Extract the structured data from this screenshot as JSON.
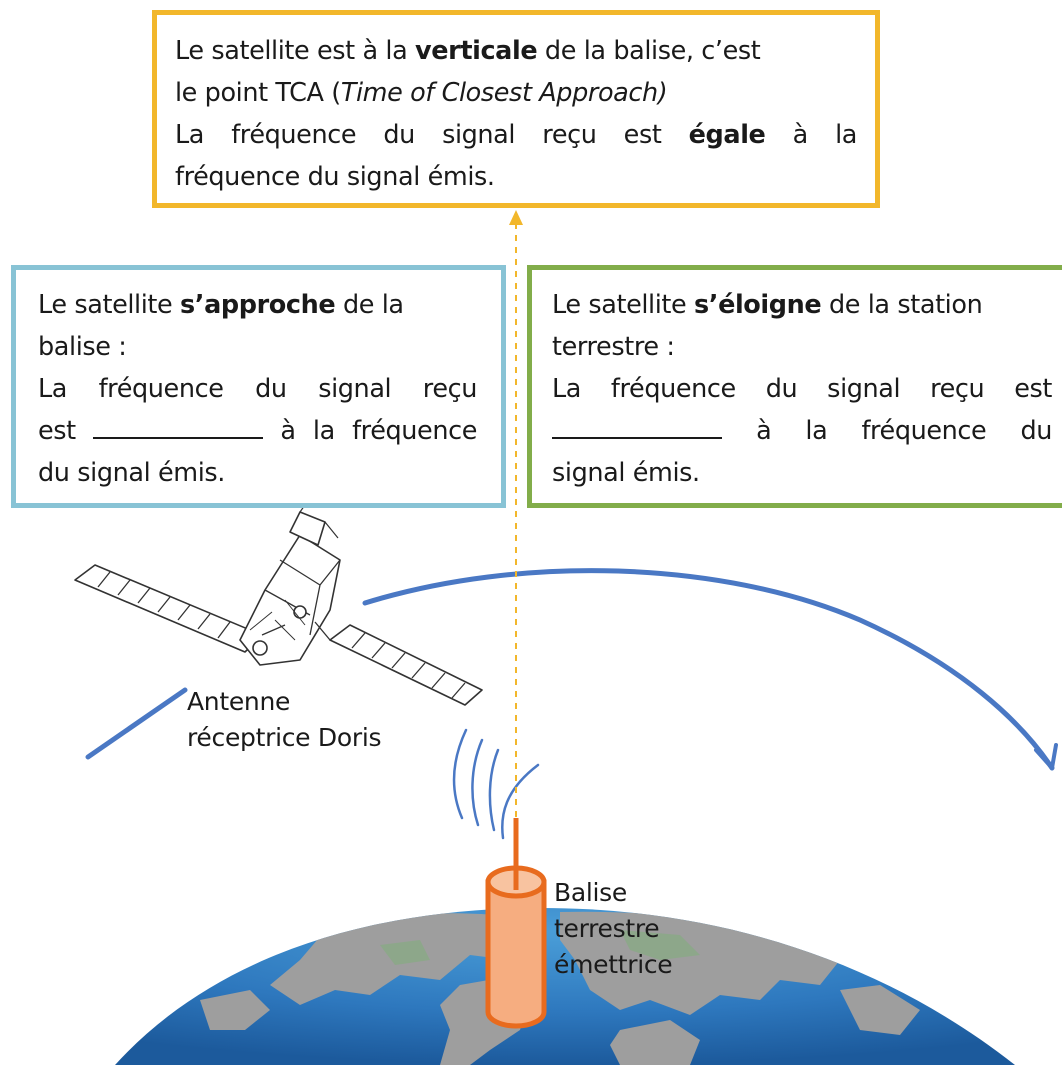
{
  "top_box": {
    "line1_a": "Le satellite est à la ",
    "line1_b": "verticale",
    "line1_c": " de la balise, c’est",
    "line2_a": "le point TCA (",
    "line2_b": "Time of Closest Approach)",
    "line3_a": "La fréquence du signal reçu est ",
    "line3_b": "égale",
    "line3_c": " à la",
    "line4": "fréquence du signal émis."
  },
  "left_box": {
    "line1_a": "Le satellite ",
    "line1_b": "s’approche",
    "line1_c": " de la",
    "line2": "balise :",
    "line3": "La fréquence du signal reçu",
    "line4_a": "est ",
    "line4_b": " à la fréquence",
    "line5": "du signal émis."
  },
  "right_box": {
    "line1_a": "Le satellite ",
    "line1_b": "s’éloigne",
    "line1_c": " de la station",
    "line2": "terrestre :",
    "line3": "La fréquence du signal reçu est",
    "line4": " à la fréquence du",
    "line5": "signal émis."
  },
  "labels": {
    "antenna_line1": "Antenne",
    "antenna_line2": "réceptrice Doris",
    "beacon_line1": "Balise",
    "beacon_line2": "terrestre",
    "beacon_line3": "émettrice"
  },
  "colors": {
    "top_border": "#f2b72b",
    "left_border": "#88c3d5",
    "right_border": "#82ad4a",
    "orbit": "#4a78c4",
    "beacon_fill": "#f6ad80",
    "beacon_stroke": "#e86b1e",
    "signal_waves": "#4a78c4",
    "earth_ocean": "#2f7fc4",
    "earth_land": "#9d9d9d"
  },
  "icons": [
    "satellite-icon",
    "signal-waves-icon",
    "beacon-icon",
    "earth-globe-icon",
    "orbit-arrow-icon"
  ]
}
